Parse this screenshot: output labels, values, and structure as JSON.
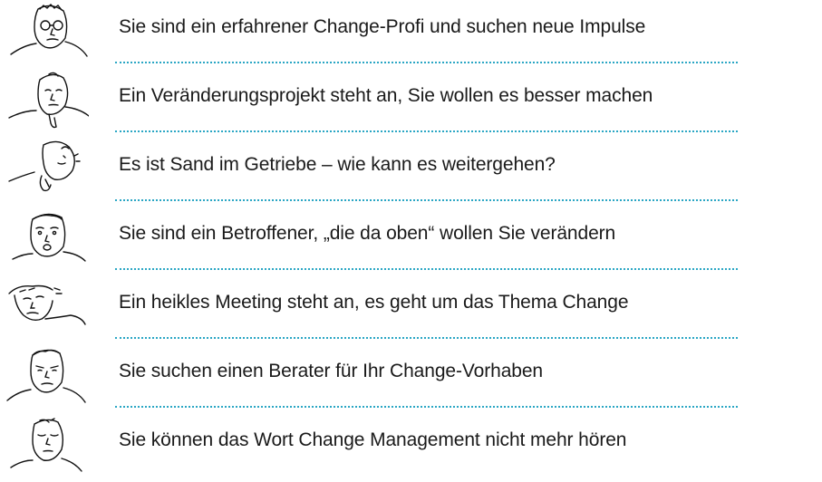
{
  "items": [
    {
      "icon": "scholar-face-icon",
      "label": "Sie sind ein erfahrener Change-Profi und suchen neue Impulse"
    },
    {
      "icon": "thinking-face-icon",
      "label": "Ein Veränderungsprojekt steht an, Sie wollen es besser machen"
    },
    {
      "icon": "worried-face-icon",
      "label": "Es ist Sand im Getriebe – wie kann es weitergehen?"
    },
    {
      "icon": "shocked-face-icon",
      "label": "Sie sind ein Betroffener, „die da oben“ wollen Sie verändern"
    },
    {
      "icon": "nervous-face-icon",
      "label": "Ein heikles Meeting steht an, es geht um das Thema Change"
    },
    {
      "icon": "grumpy-face-icon",
      "label": "Sie suchen einen Berater für Ihr Change-Vorhaben"
    },
    {
      "icon": "bored-face-icon",
      "label": "Sie können das Wort Change Management nicht mehr hören"
    }
  ]
}
